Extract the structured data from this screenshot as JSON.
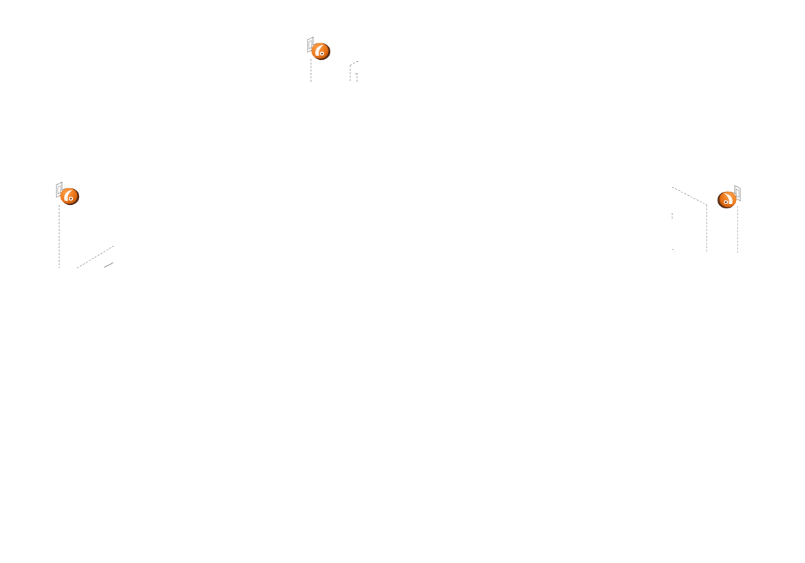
{
  "diagram": {
    "background": "#ffffff",
    "line_color": "#8a8a8a",
    "sensors": [
      {
        "id": "sensor-top-center",
        "icon": "speaker-dome-icon",
        "color": "#f07a1c",
        "highlight": "#ffffff"
      },
      {
        "id": "sensor-left",
        "icon": "speaker-dome-icon",
        "color": "#f07a1c",
        "highlight": "#ffffff"
      },
      {
        "id": "sensor-right",
        "icon": "speaker-dome-icon",
        "color": "#f07a1c",
        "highlight": "#ffffff"
      }
    ]
  }
}
